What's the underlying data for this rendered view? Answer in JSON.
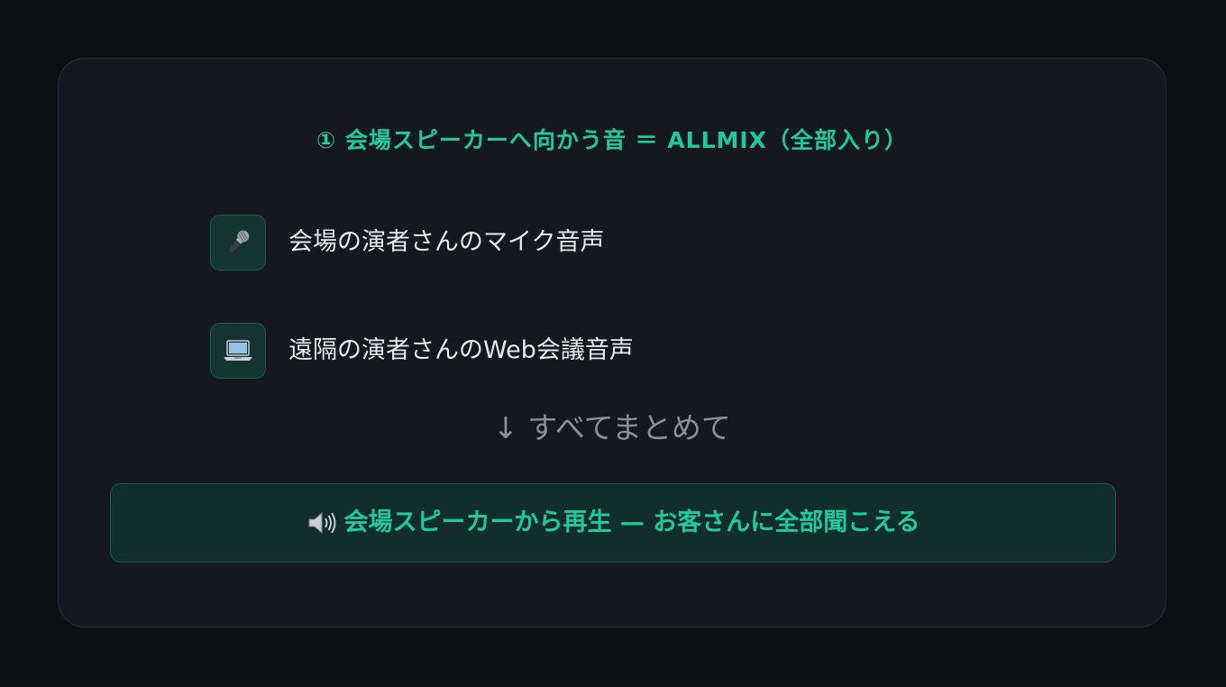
{
  "title": "① 会場スピーカーへ向かう音 ＝ ALLMIX（全部入り）",
  "inputs": [
    {
      "icon": "microphone-icon",
      "label": "会場の演者さんのマイク音声"
    },
    {
      "icon": "laptop-icon",
      "label": "遠隔の演者さんのWeb会議音声"
    }
  ],
  "merge_text": "↓ すべてまとめて",
  "output": {
    "icon": "speaker-icon",
    "label": "会場スピーカーから再生 — お客さんに全部聞こえる"
  },
  "colors": {
    "accent": "#1ec9a0",
    "background": "#0e0f13",
    "card": "#161821",
    "icon_box": "#143432",
    "output_bar": "#112d2d",
    "muted_text": "#8b8f9c"
  }
}
